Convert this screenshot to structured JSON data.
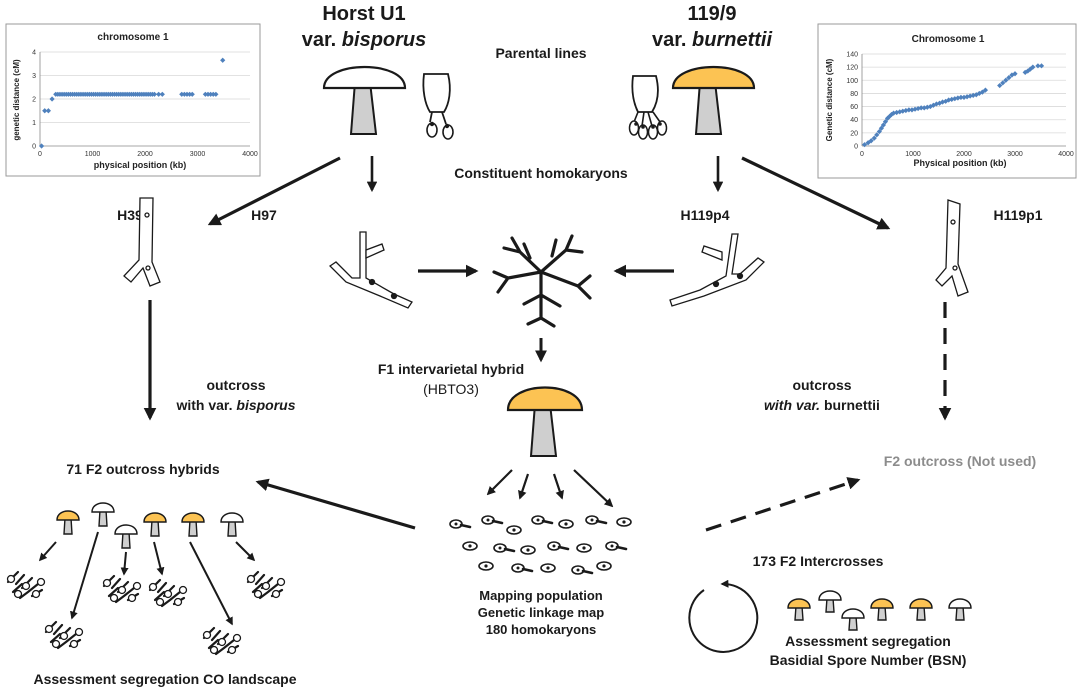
{
  "labels": {
    "horst_title": "Horst U1",
    "horst_var_prefix": "var. ",
    "horst_var_name": "bisporus",
    "b119_title": "119/9",
    "b119_var_prefix": "var. ",
    "b119_var_name": "burnettii",
    "parental_lines": "Parental lines",
    "constituent": "Constituent homokaryons",
    "h39": "H39",
    "h97": "H97",
    "h119p4": "H119p4",
    "h119p1": "H119p1",
    "outcross_left_1": "outcross",
    "outcross_left_2_prefix": "with var. ",
    "outcross_left_2_name": "bisporus",
    "outcross_right_1": "outcross",
    "outcross_right_2_italic": "with var. ",
    "outcross_right_2_name": "burnettii",
    "f1_line1": "F1 intervarietal hybrid",
    "f1_line2": "(HBTO3)",
    "f2_outcross_hybrids": "71 F2 outcross hybrids",
    "f2_not_used": "F2 outcross (Not used)",
    "mapping_1": "Mapping population",
    "mapping_2": "Genetic linkage map",
    "mapping_3": "180 homokaryons",
    "intercrosses": "173 F2 Intercrosses",
    "assess_co": "Assessment segregation CO landscape",
    "assess_bsn_1": "Assessment segregation",
    "assess_bsn_2": "Basidial Spore Number (BSN)"
  },
  "colors": {
    "bisporus_cap": "#ffffff",
    "burnettii_cap": "#fcc353",
    "stem": "#cfcfcf",
    "grey_text": "#8c8c8c",
    "series": "#4f81bd"
  },
  "chart_data": [
    {
      "type": "scatter",
      "title": "chromosome 1",
      "xlabel": "physical position (kb)",
      "ylabel": "genetic distance (cM)",
      "xlim": [
        0,
        4000
      ],
      "ylim": [
        0,
        4
      ],
      "xticks": [
        0,
        1000,
        2000,
        3000,
        4000
      ],
      "yticks": [
        0,
        1,
        2,
        3,
        4
      ],
      "grid": true,
      "series": [
        {
          "x": [
            30,
            90,
            160,
            230,
            300,
            340,
            380,
            420,
            460,
            500,
            540,
            580,
            620,
            660,
            700,
            740,
            780,
            820,
            860,
            900,
            940,
            980,
            1020,
            1060,
            1100,
            1140,
            1180,
            1220,
            1260,
            1300,
            1340,
            1380,
            1420,
            1460,
            1500,
            1540,
            1580,
            1620,
            1660,
            1700,
            1740,
            1780,
            1820,
            1860,
            1900,
            1940,
            1980,
            2020,
            2060,
            2100,
            2140,
            2180,
            2260,
            2330,
            2700,
            2750,
            2800,
            2850,
            2900,
            3150,
            3200,
            3250,
            3300,
            3350,
            3480
          ],
          "y": [
            0,
            1.5,
            1.5,
            2,
            2.2,
            2.2,
            2.2,
            2.2,
            2.2,
            2.2,
            2.2,
            2.2,
            2.2,
            2.2,
            2.2,
            2.2,
            2.2,
            2.2,
            2.2,
            2.2,
            2.2,
            2.2,
            2.2,
            2.2,
            2.2,
            2.2,
            2.2,
            2.2,
            2.2,
            2.2,
            2.2,
            2.2,
            2.2,
            2.2,
            2.2,
            2.2,
            2.2,
            2.2,
            2.2,
            2.2,
            2.2,
            2.2,
            2.2,
            2.2,
            2.2,
            2.2,
            2.2,
            2.2,
            2.2,
            2.2,
            2.2,
            2.2,
            2.2,
            2.2,
            2.2,
            2.2,
            2.2,
            2.2,
            2.2,
            2.2,
            2.2,
            2.2,
            2.2,
            2.2,
            3.65
          ]
        }
      ]
    },
    {
      "type": "scatter",
      "title": "Chromosome 1",
      "xlabel": "Physical position (kb)",
      "ylabel": "Genetic distance (cM)",
      "xlim": [
        0,
        4000
      ],
      "ylim": [
        0,
        140
      ],
      "xticks": [
        0,
        1000,
        2000,
        3000,
        4000
      ],
      "yticks": [
        0,
        20,
        40,
        60,
        80,
        100,
        120,
        140
      ],
      "grid": true,
      "series": [
        {
          "x": [
            50,
            120,
            180,
            240,
            290,
            340,
            380,
            420,
            460,
            500,
            540,
            580,
            620,
            680,
            740,
            800,
            860,
            920,
            980,
            1040,
            1100,
            1160,
            1220,
            1280,
            1340,
            1400,
            1460,
            1520,
            1580,
            1640,
            1700,
            1760,
            1820,
            1880,
            1940,
            2000,
            2060,
            2120,
            2180,
            2240,
            2300,
            2360,
            2420,
            2700,
            2760,
            2820,
            2880,
            2940,
            3000,
            3200,
            3250,
            3300,
            3350,
            3450,
            3520
          ],
          "y": [
            2,
            5,
            8,
            12,
            17,
            22,
            27,
            32,
            37,
            42,
            45,
            48,
            50,
            51,
            52,
            53,
            54,
            55,
            55,
            56,
            57,
            58,
            58,
            59,
            60,
            62,
            64,
            65,
            67,
            68,
            70,
            71,
            72,
            73,
            74,
            74,
            75,
            76,
            77,
            78,
            80,
            82,
            85,
            92,
            96,
            100,
            104,
            108,
            110,
            112,
            114,
            117,
            120,
            122,
            122
          ]
        }
      ]
    }
  ]
}
